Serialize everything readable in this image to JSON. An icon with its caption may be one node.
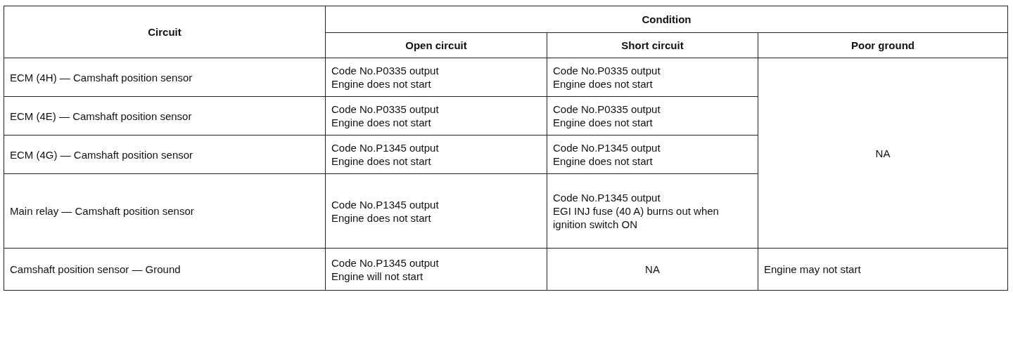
{
  "diagram": {
    "labels": [
      "Circuit",
      "Condition",
      "Open circuit",
      "Short circuit",
      "Poor ground",
      "ECM (4H) — Camshaft position sensor",
      "Code No.P0335 output",
      "Engine does not start",
      "Code No.P0335 output",
      "Engine does not start",
      "NA",
      "ECM (4E) — Camshaft position sensor",
      "Code No.P0335 output",
      "Engine does not start",
      "Code No.P0335 output",
      "Engine does not start",
      "ECM (4G) — Camshaft position sensor",
      "Code No.P1345 output",
      "Engine does not start",
      "Code No.P1345 output",
      "Engine does not start",
      "Main relay — Camshaft position sensor",
      "Code No.P1345 output",
      "Engine does not start",
      "Code No.P1345 output",
      "EGI INJ fuse (40 A) burns out when ignition switch ON",
      "Camshaft position sensor — Ground",
      "Code No.P1345 output",
      "Engine will not start",
      "NA",
      "Engine may not start"
    ]
  }
}
